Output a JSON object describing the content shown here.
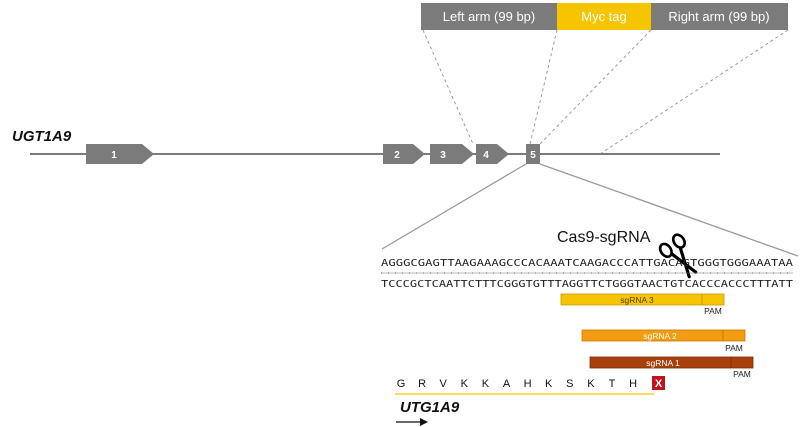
{
  "gene_label": "UGT1A9",
  "exons": [
    "1",
    "2",
    "3",
    "4",
    "5"
  ],
  "donor": {
    "left_arm": "Left arm (99 bp)",
    "myc_tag": "Myc tag",
    "right_arm": "Right arm (99 bp)"
  },
  "cas9_label": "Cas9-sgRNA",
  "dna": {
    "top": "AGGGCGAGTTAAGAAAGCCCACAAATCAAGACCCATTGACAGTGGGTGGGAAATAA",
    "bottom": "TCCCGCTCAATTCTTTCGGGTGTTTAGGTTCTGGGTAACTGTCACCCACCCTTTATT"
  },
  "sgrnas": [
    {
      "label": "sgRNA 3",
      "pam": "PAM",
      "color": "#f6c400"
    },
    {
      "label": "sgRNA 2",
      "pam": "PAM",
      "color": "#f39c12"
    },
    {
      "label": "sgRNA 1",
      "pam": "PAM",
      "color": "#a8400c"
    }
  ],
  "amino_acids": [
    "G",
    "R",
    "V",
    "K",
    "K",
    "A",
    "H",
    "K",
    "S",
    "K",
    "T",
    "H"
  ],
  "stop_mark": "X",
  "transcript_label": "UTG1A9",
  "colors": {
    "grey": "#7b7b7b",
    "myc": "#f6c400",
    "stop": "#c0141b"
  }
}
